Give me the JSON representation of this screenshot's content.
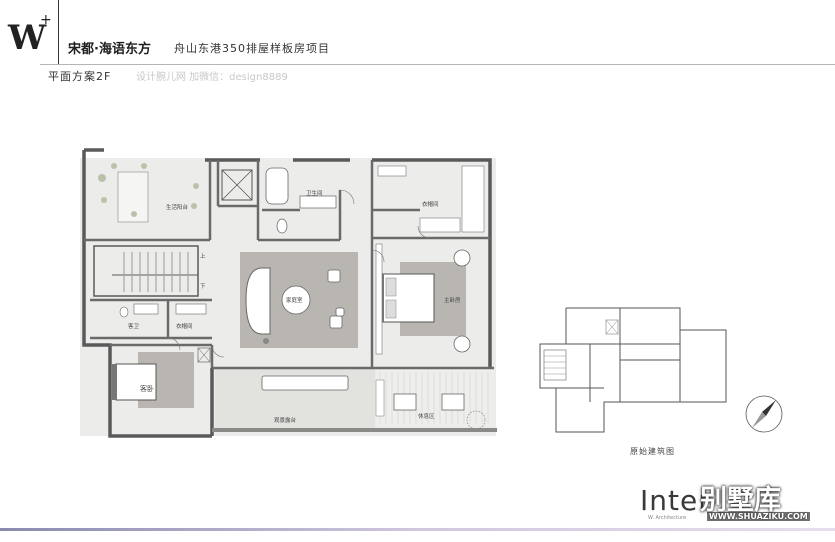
{
  "header": {
    "logo_text": "W",
    "logo_plus": "+",
    "brand": "宋都·海语东方",
    "project": "舟山东港350排屋样板房项目"
  },
  "plan_label": "平面方案2F",
  "watermark_text": "设计腕儿网 加微信：design8889",
  "floor_plan": {
    "rooms": [
      {
        "label": "生活阳台"
      },
      {
        "label": "卫生间"
      },
      {
        "label": "衣帽间"
      },
      {
        "label": "家庭室"
      },
      {
        "label": "主卧房"
      },
      {
        "label": "客卫"
      },
      {
        "label": "衣帽间"
      },
      {
        "label": "客卧"
      },
      {
        "label": "观景露台"
      },
      {
        "label": "休息区"
      }
    ],
    "stair_up": "上",
    "stair_down": "下"
  },
  "original_plan_caption": "原始建筑图",
  "footer": {
    "brand_large": "Inter",
    "brand_small": "W. Architecture",
    "site_stamp": "别墅库",
    "site_url": "WWW.SHUAZIKU.COM"
  },
  "colors": {
    "wall": "#5a5a5a",
    "floor": "#e9e9e6",
    "rug": "#b7b4b0",
    "accent_bottom": "#3c3c7a"
  }
}
